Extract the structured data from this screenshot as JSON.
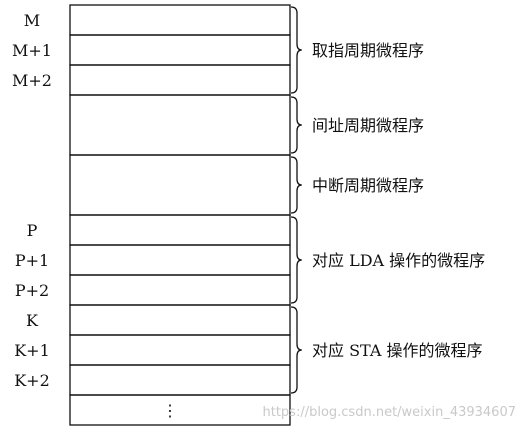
{
  "diagram": {
    "rows": [
      {
        "label": "M",
        "group": 0
      },
      {
        "label": "M+1",
        "group": 0
      },
      {
        "label": "M+2",
        "group": 0
      },
      {
        "label": "",
        "group": 1,
        "span": 2
      },
      {
        "label": "",
        "group": 2,
        "span": 2
      },
      {
        "label": "P",
        "group": 3
      },
      {
        "label": "P+1",
        "group": 3
      },
      {
        "label": "P+2",
        "group": 3
      },
      {
        "label": "K",
        "group": 4
      },
      {
        "label": "K+1",
        "group": 4
      },
      {
        "label": "K+2",
        "group": 4
      },
      {
        "label": "",
        "group": 5,
        "ellipsis": "⋮"
      }
    ],
    "groups": [
      {
        "label": "取指周期微程序"
      },
      {
        "label": "间址周期微程序"
      },
      {
        "label": "中断周期微程序"
      },
      {
        "label": "对应 LDA 操作的微程序"
      },
      {
        "label": "对应 STA 操作的微程序"
      },
      {
        "label": ""
      }
    ],
    "colors": {
      "stroke": "#111111",
      "watermark": "#c9c9c9"
    }
  },
  "watermark": {
    "text": "https://blog.csdn.net/weixin_43934607"
  }
}
